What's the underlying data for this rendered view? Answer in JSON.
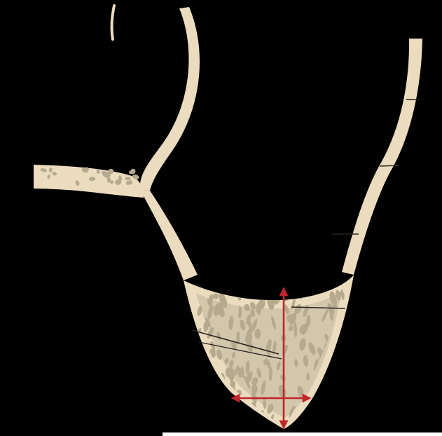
{
  "diagram": {
    "colors": {
      "background": "#000000",
      "bone": "#ecdcbf",
      "trabecular": "#d2c6ac",
      "marrow": "#b6aa8e",
      "measurement": "#c0272d",
      "pointer_line": "#2a2420",
      "strip": "#ffffff"
    },
    "parts": [
      "sinus-wall",
      "septum-arm",
      "floor-wall",
      "right-wall",
      "alveolar-ridge",
      "cancellous-bone"
    ],
    "annotations": {
      "arrows": [
        "vertical-height-arrow",
        "horizontal-width-arrow"
      ],
      "pointer_lines": 6
    }
  }
}
